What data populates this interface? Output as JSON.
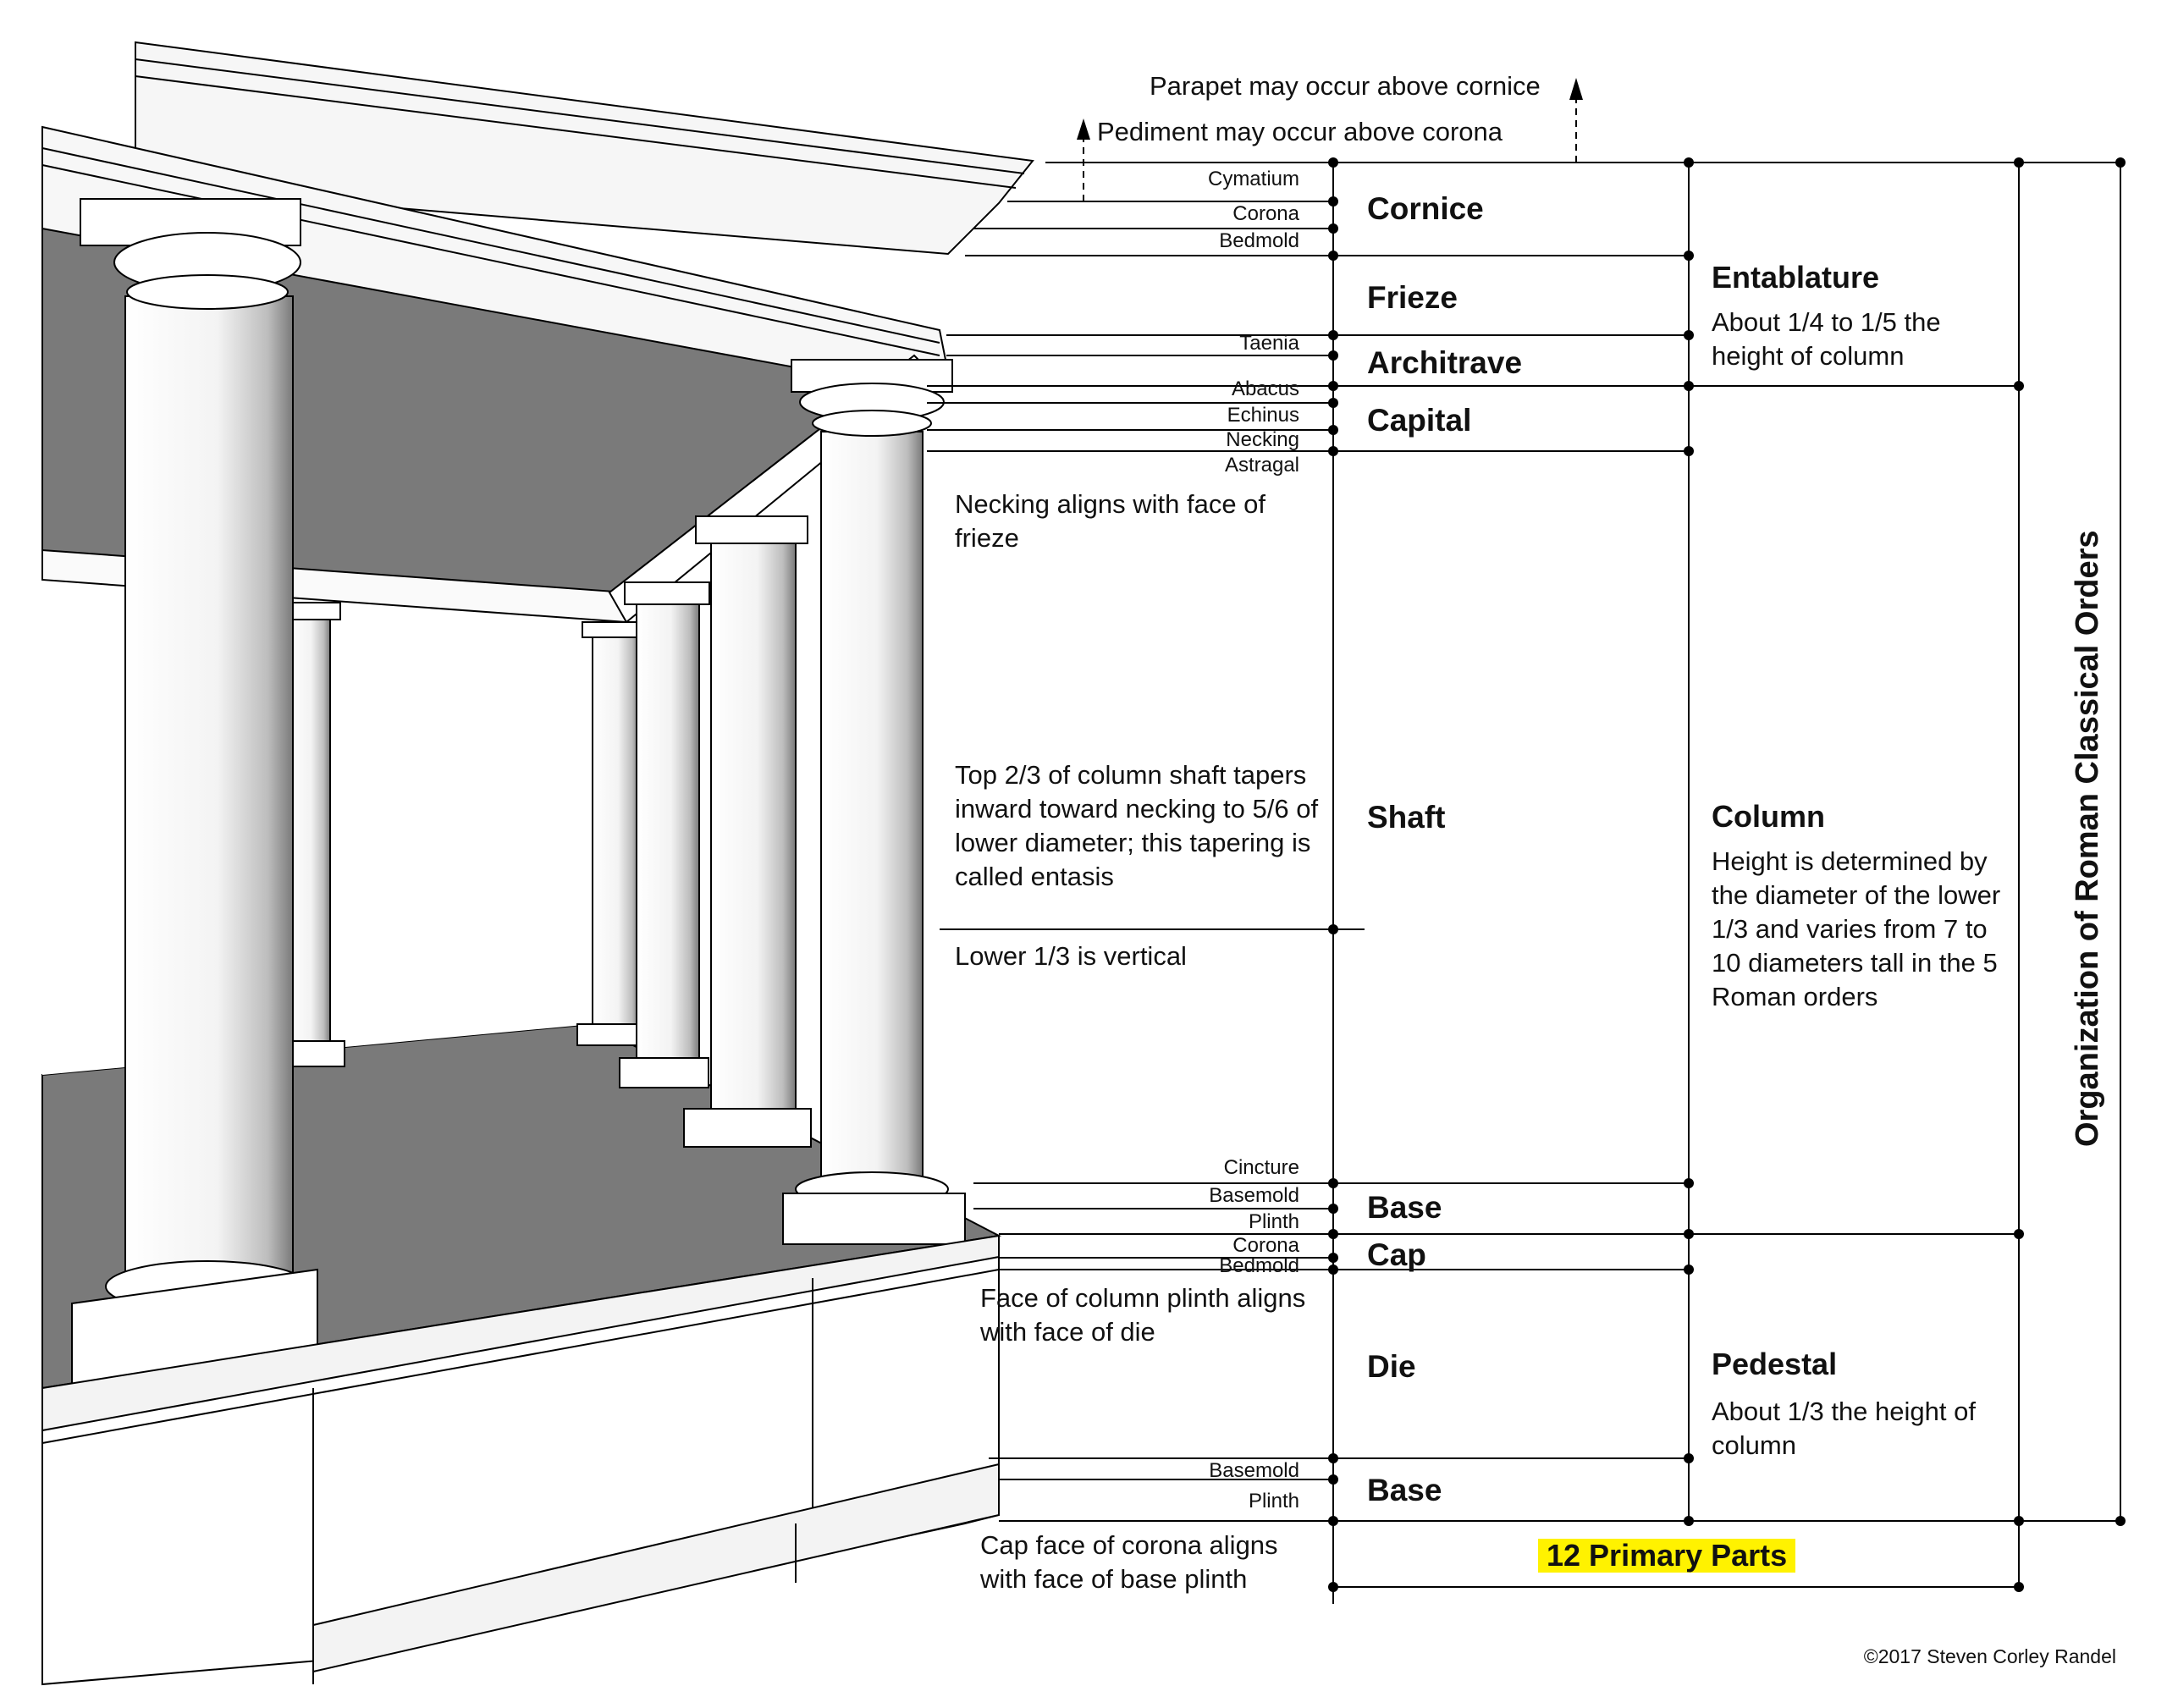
{
  "annotations": {
    "parapet": "Parapet may occur above cornice",
    "pediment": "Pediment may occur above corona"
  },
  "minor_parts": {
    "cymatium": "Cymatium",
    "corona_top": "Corona",
    "bedmold_top": "Bedmold",
    "taenia": "Taenia",
    "abacus": "Abacus",
    "echinus": "Echinus",
    "necking": "Necking",
    "astragal": "Astragal",
    "cincture": "Cincture",
    "basemold_col": "Basemold",
    "plinth_col": "Plinth",
    "corona_ped": "Corona",
    "bedmold_ped": "Bedmold",
    "basemold_ped": "Basemold",
    "plinth_ped": "Plinth"
  },
  "primary_parts": {
    "cornice": "Cornice",
    "frieze": "Frieze",
    "architrave": "Architrave",
    "capital": "Capital",
    "shaft": "Shaft",
    "base_col": "Base",
    "cap": "Cap",
    "die": "Die",
    "base_ped": "Base"
  },
  "notes": {
    "necking": "Necking aligns with face of frieze",
    "entasis": "Top 2/3 of column shaft tapers inward toward necking to 5/6 of lower diameter; this tapering is called entasis",
    "lower_third": "Lower 1/3 is vertical",
    "plinth_die": "Face of column plinth aligns with face of die",
    "cap_corona": "Cap face of corona aligns with face of base plinth"
  },
  "groups": {
    "entablature": {
      "title": "Entablature",
      "desc": "About 1/4 to 1/5 the height of column"
    },
    "column": {
      "title": "Column",
      "desc": "Height is determined by the diameter of the lower 1/3 and varies from 7 to 10 diameters tall in the 5 Roman orders"
    },
    "pedestal": {
      "title": "Pedestal",
      "desc": "About 1/3 the height of column"
    }
  },
  "summary": "12 Primary Parts",
  "vertical_title": "Organization of Roman Classical Orders",
  "copyright": "©2017 Steven Corley Randel"
}
